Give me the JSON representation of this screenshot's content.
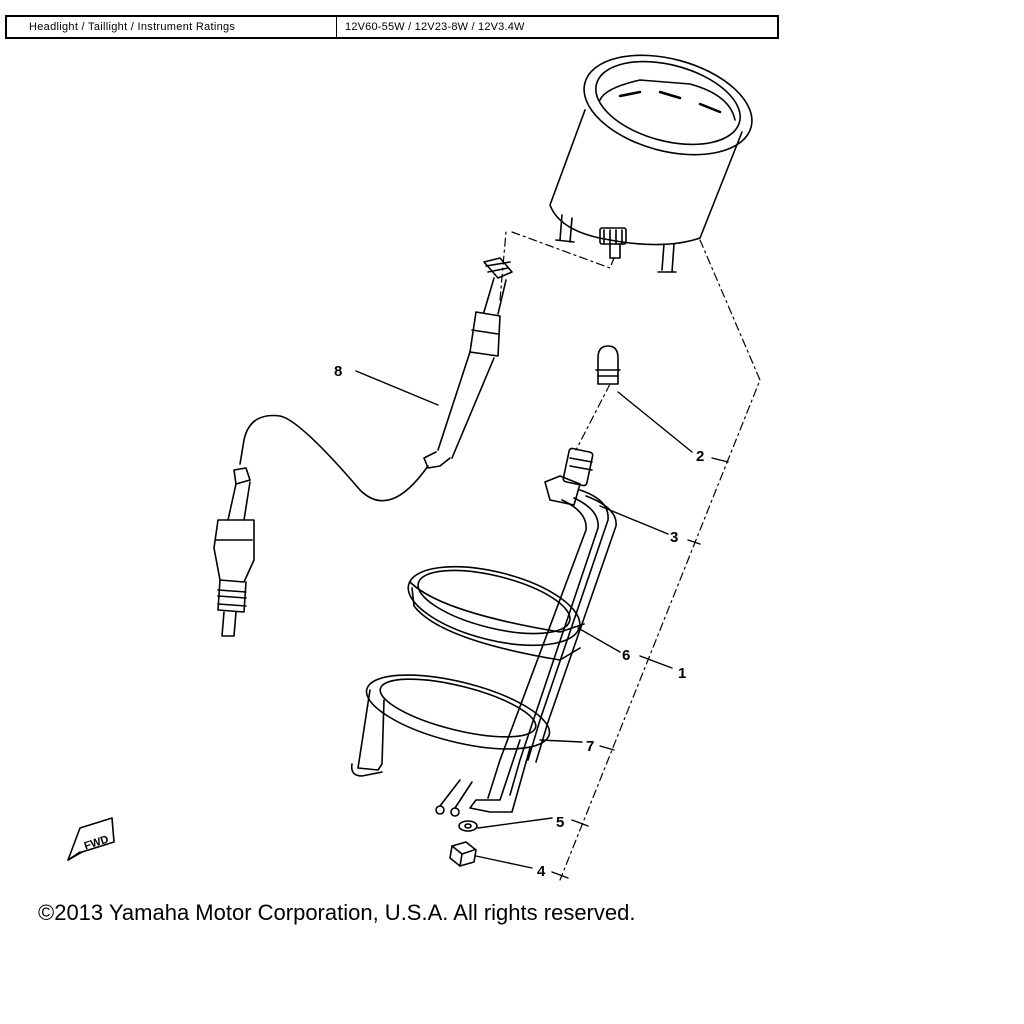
{
  "ratings": {
    "label": "Headlight / Taillight / Instrument Ratings",
    "value": "12V60-55W / 12V23-8W / 12V3.4W"
  },
  "callouts": {
    "c1": "1",
    "c2": "2",
    "c3": "3",
    "c4": "4",
    "c5": "5",
    "c6": "6",
    "c7": "7",
    "c8": "8"
  },
  "fwd_label": "FWD",
  "copyright": "©2013 Yamaha Motor Corporation, U.S.A. All rights reserved."
}
